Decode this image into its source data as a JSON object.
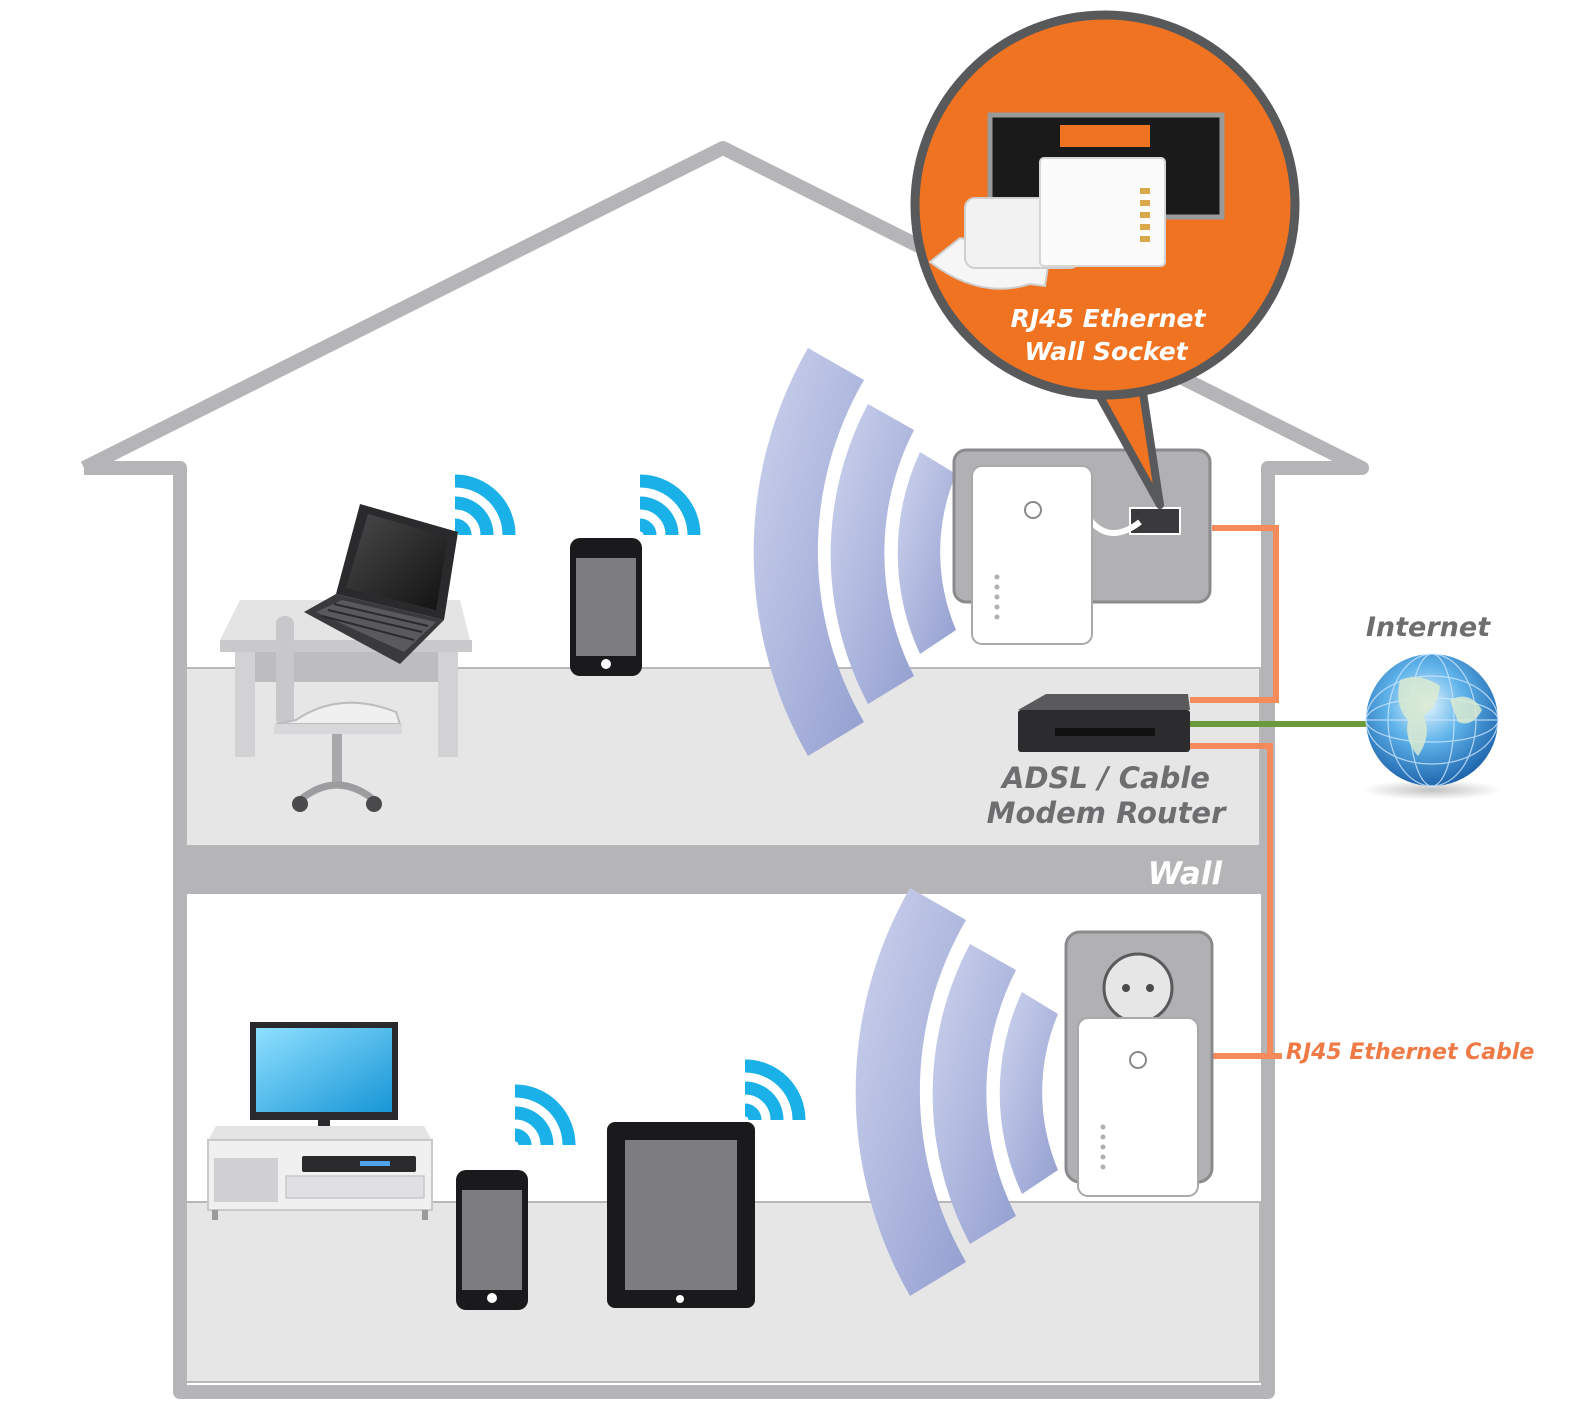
{
  "labels": {
    "wall_socket_line1": "RJ45 Ethernet",
    "wall_socket_line2": "Wall Socket",
    "internet": "Internet",
    "modem_line1": "ADSL / Cable",
    "modem_line2": "Modem Router",
    "wall": "Wall",
    "ethernet_cable": "RJ45 Ethernet Cable"
  },
  "colors": {
    "house_outline": "#b5b5b7",
    "floor": "#e6e6e7",
    "wall_band": "#b5b5b7",
    "callout_orange": "#f07322",
    "callout_border": "#58595b",
    "ethernet_cable": "#f58a5a",
    "internet_cable": "#6a9a3a",
    "wifi_small": "#1ab0e8",
    "wifi_large": "#a9b2db"
  },
  "icons": {
    "laptop": "laptop-icon",
    "desk": "desk-icon",
    "chair": "office-chair-icon",
    "smartphone": "smartphone-icon",
    "tablet": "tablet-icon",
    "tv": "tv-monitor-icon",
    "tv_stand": "tv-stand-icon",
    "set_top_box": "set-top-box-icon",
    "modem": "modem-router-icon",
    "globe": "globe-icon",
    "powerline_adapter": "powerline-adapter-icon",
    "rj45_plug": "rj45-plug-icon",
    "power_outlet": "power-outlet-icon",
    "wifi": "wifi-signal-icon"
  }
}
